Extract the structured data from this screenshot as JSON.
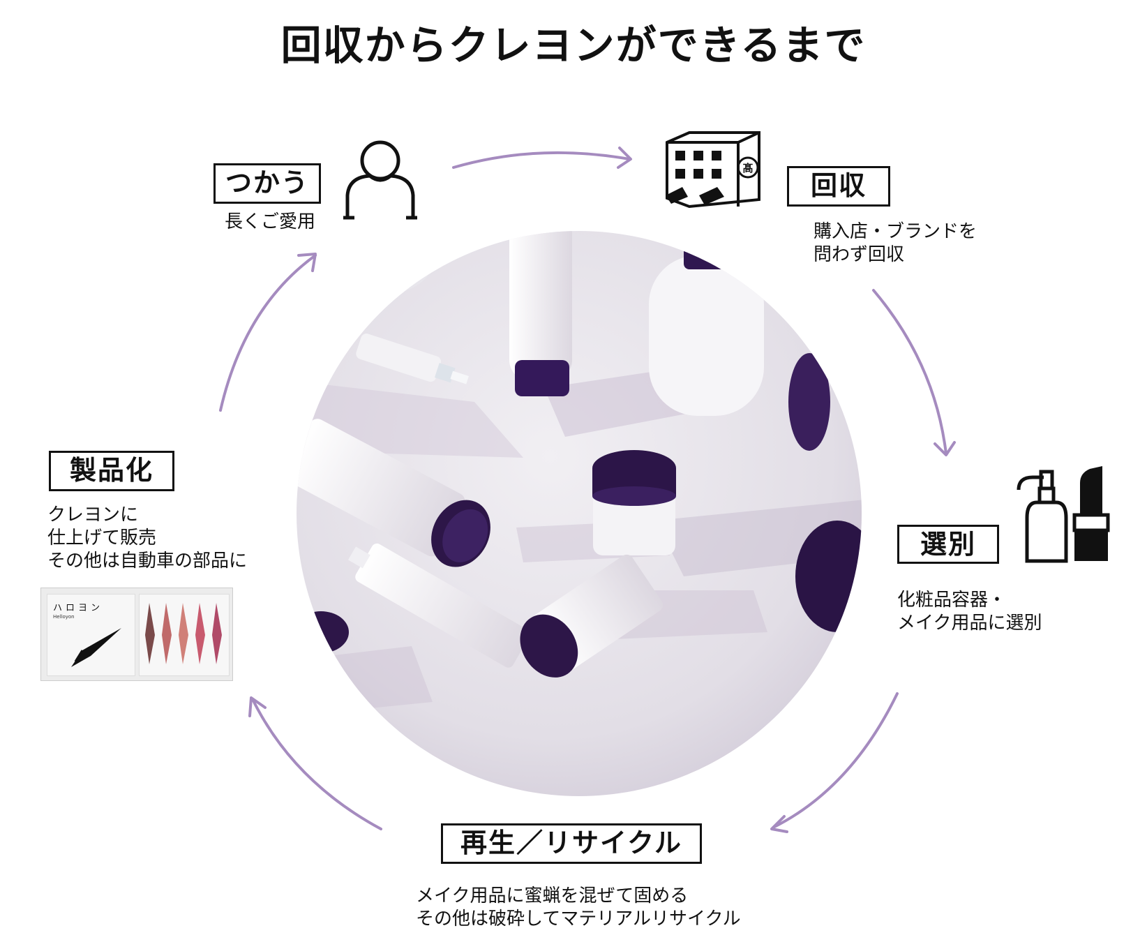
{
  "title": "回収からクレヨンができるまで",
  "stages": {
    "use": {
      "label": "つかう",
      "desc": [
        "長くご愛用"
      ]
    },
    "collect": {
      "label": "回収",
      "desc": [
        "購入店・ブランドを",
        "問わず回収"
      ]
    },
    "sort": {
      "label": "選別",
      "desc": [
        "化粧品容器・",
        "メイク用品に選別"
      ]
    },
    "recycle": {
      "label": "再生／リサイクル",
      "desc": [
        "メイク用品に蜜蝋を混ぜて固める",
        "その他は破砕してマテリアルリサイクル"
      ]
    },
    "produce": {
      "label": "製品化",
      "desc": [
        "クレヨンに",
        "仕上げて販売",
        "その他は自動車の部品に"
      ]
    }
  },
  "product": {
    "name_jp": "ハロヨン",
    "name_en": "Helloyon"
  },
  "icons": {
    "use": "person-icon",
    "collect": "department-store-building-icon",
    "sort": [
      "pump-bottle-icon",
      "lipstick-icon"
    ],
    "center": "cosmetic-containers-photo"
  },
  "colors": {
    "arrow": "#a58bbf",
    "container_cap": "#3a1f5c",
    "crayons": [
      "#7a4a4a",
      "#c06a6a",
      "#d08078",
      "#c85a6e",
      "#b04a68"
    ]
  }
}
